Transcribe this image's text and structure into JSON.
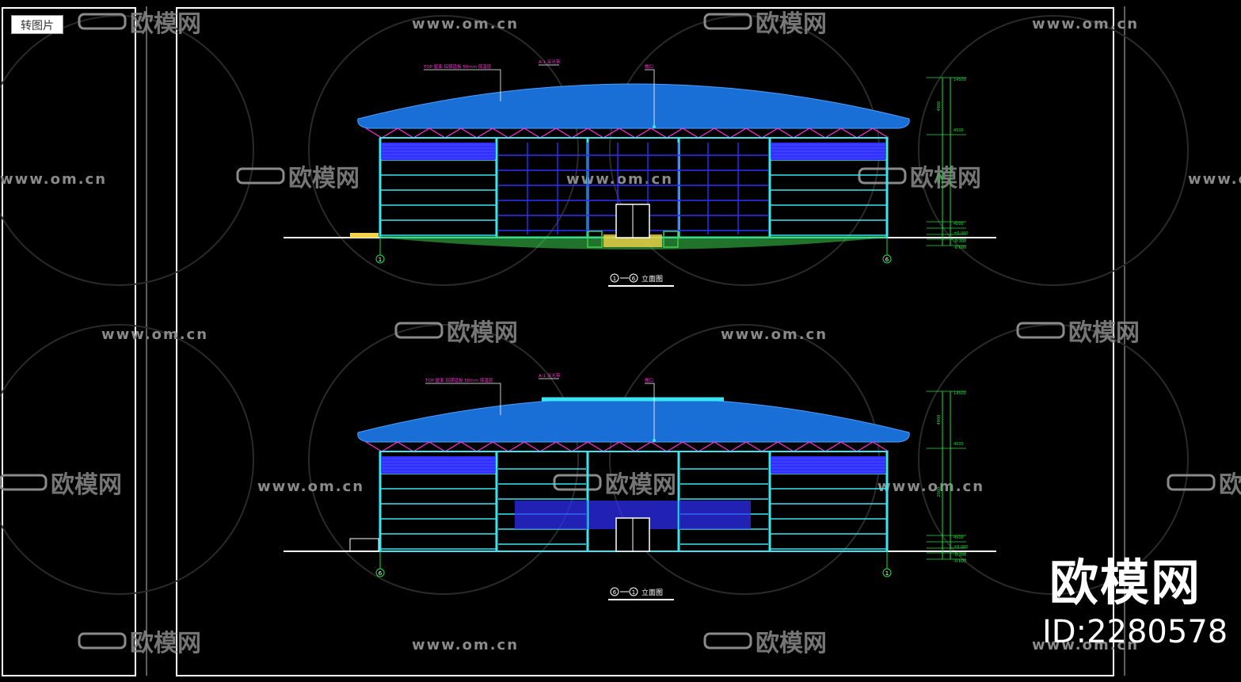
{
  "toolbar": {
    "convert_label": "转图片"
  },
  "watermark": {
    "logo_text": "欧模网",
    "url_text": "www.om.cn"
  },
  "brand": {
    "logo_text": "欧模网",
    "id_text": "ID:2280578"
  },
  "elevation_top": {
    "title": "①-⑥立面图",
    "axis_start": "1",
    "axis_end": "6",
    "title_axis_a": "1",
    "title_axis_b": "6",
    "title_suffix": "立面图",
    "note_roof": "TOP 屋面 铝镁锰板 50mm 保温层",
    "note_top": "A-1 采光带",
    "note_right": "檐口",
    "dims": [
      "4900",
      "2000",
      "14500",
      "4500",
      "4500",
      "±0.000",
      "-0.300",
      "-0.600"
    ]
  },
  "elevation_bottom": {
    "title": "⑥-①立面图",
    "axis_start": "6",
    "axis_end": "1",
    "title_axis_a": "6",
    "title_axis_b": "1",
    "title_suffix": "立面图",
    "note_roof": "TOP 屋面 铝镁锰板 50mm 保温层",
    "note_top": "A-1 采光带",
    "note_right": "檐口",
    "dims": [
      "4900",
      "2000",
      "14500",
      "4500",
      "4500",
      "±0.000",
      "-0.300",
      "-0.600"
    ]
  },
  "colors": {
    "background": "#000000",
    "frame": "#ffffff",
    "roof": "#1a6fd6",
    "truss": "#ff2bd6",
    "structure": "#37e6f0",
    "glazing": "#2f2fff",
    "dimension": "#19e23a",
    "ground_hatch": "#3ccf4e",
    "steps": "#f2d34a",
    "watermark": "#8a8a8a"
  }
}
